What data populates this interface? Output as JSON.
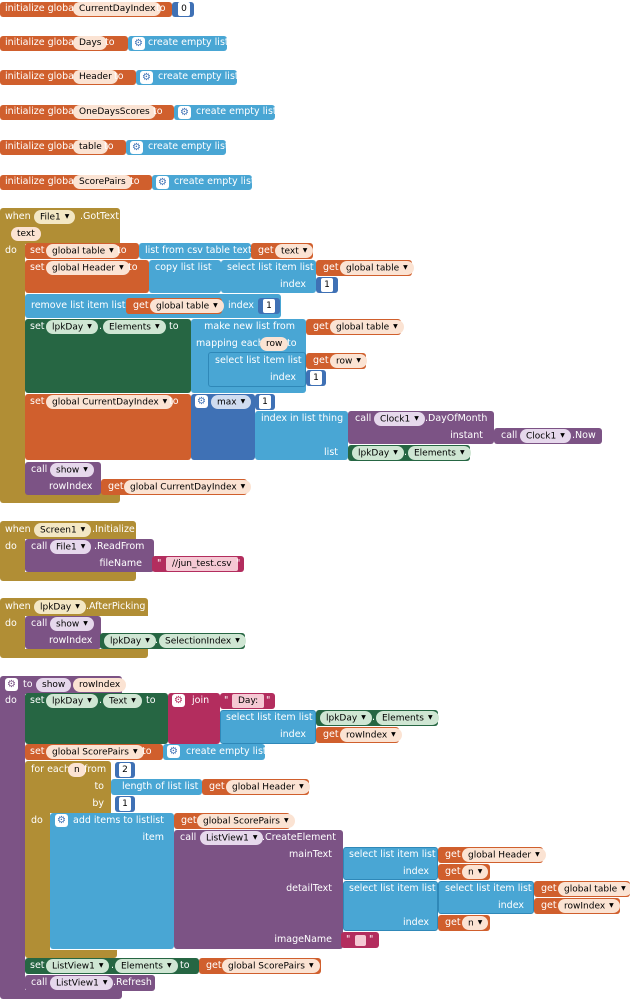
{
  "globals": [
    {
      "prefix": "initialize global",
      "name": "CurrentDayIndex",
      "to": "to",
      "value_number": "0"
    },
    {
      "prefix": "initialize global",
      "name": "Days",
      "to": "to",
      "value_label": "create empty list"
    },
    {
      "prefix": "initialize global",
      "name": "Header",
      "to": "to",
      "value_label": "create empty list"
    },
    {
      "prefix": "initialize global",
      "name": "OneDaysScores",
      "to": "to",
      "value_label": "create empty list"
    },
    {
      "prefix": "initialize global",
      "name": "table",
      "to": "to",
      "value_label": "create empty list"
    },
    {
      "prefix": "initialize global",
      "name": "ScorePairs",
      "to": "to",
      "value_label": "create empty list"
    }
  ],
  "kw": {
    "when": "when",
    "do": "do",
    "set": "set",
    "to": "to",
    "get": "get",
    "call": "call",
    "index": "index",
    "list": "list",
    "item": "item",
    "by": "by",
    "from": "from",
    "text": "text"
  },
  "gottext": {
    "component": "File1",
    "event": ".GotText",
    "param": "text",
    "set_table_var": "global table",
    "list_from_csv": "list from csv table  text",
    "get_text": "text",
    "set_header_var": "global Header",
    "copy_list": "copy list  list",
    "select_list_item": "select list item  list",
    "get_table": "global table",
    "one_a": "1",
    "remove_list_item": "remove list item  list",
    "get_table2": "global table",
    "one_b": "1",
    "lpk": "lpkDay",
    "elements": "Elements",
    "make_new_list": "make new list from",
    "get_table3": "global table",
    "mapping_each": "mapping each",
    "row": "row",
    "select_list_item2": "select list item  list",
    "get_row": "row",
    "one_c": "1",
    "set_current": "global CurrentDayIndex",
    "max": "max",
    "one_d": "1",
    "index_in_list": "index in list  thing",
    "clock": "Clock1",
    "day_of_month": ".DayOfMonth",
    "instant": "instant",
    "clock2": "Clock1",
    "now": ".Now",
    "lpk2": "lpkDay",
    "elements2": "Elements",
    "show": "show",
    "row_index": "rowIndex",
    "get_current": "global CurrentDayIndex"
  },
  "init": {
    "component": "Screen1",
    "event": ".Initialize",
    "file": "File1",
    "read_from": ".ReadFrom",
    "file_name": "fileName",
    "path": "//jun_test.csv"
  },
  "afterpicking": {
    "component": "lpkDay",
    "event": ".AfterPicking",
    "show": "show",
    "row_index": "rowIndex",
    "lpk": "lpkDay",
    "selection_index": "SelectionIndex"
  },
  "show_proc": {
    "to": "to",
    "name": "show",
    "param": "rowIndex",
    "lpk": "lpkDay",
    "text_prop": "Text",
    "join": "join",
    "day": "Day:",
    "select_list_item": "select list item  list",
    "lpk2": "lpkDay",
    "elements": "Elements",
    "get_rowindex": "rowIndex",
    "set_scorepairs": "global ScorePairs",
    "create_empty": "create empty list",
    "for_each": "for each",
    "n": "n",
    "two": "2",
    "length_of_list": "length of list  list",
    "get_header": "global Header",
    "one": "1",
    "add_items": "add items to list",
    "get_scorepairs": "global ScorePairs",
    "listview": "ListView1",
    "create_element": ".CreateElement",
    "main_text": "mainText",
    "sel_list_item": "select list item  list",
    "get_header2": "global Header",
    "get_n": "n",
    "detail_text": "detailText",
    "sel_list_item2": "select list item  list",
    "sel_list_item3": "select list item  list",
    "get_table": "global table",
    "get_rowindex2": "rowIndex",
    "get_n2": "n",
    "image_name": "imageName",
    "quote": "\"",
    "listview2": "ListView1",
    "elements2": "Elements",
    "get_scorepairs2": "global ScorePairs",
    "listview3": "ListView1",
    "refresh": ".Refresh"
  },
  "colors": {
    "variables": "#d05f2d",
    "lists": "#49a6d4",
    "math": "#3f71b5",
    "control": "#b18e35",
    "procedures": "#7c5385",
    "components": "#266643",
    "text": "#b32d5e"
  }
}
